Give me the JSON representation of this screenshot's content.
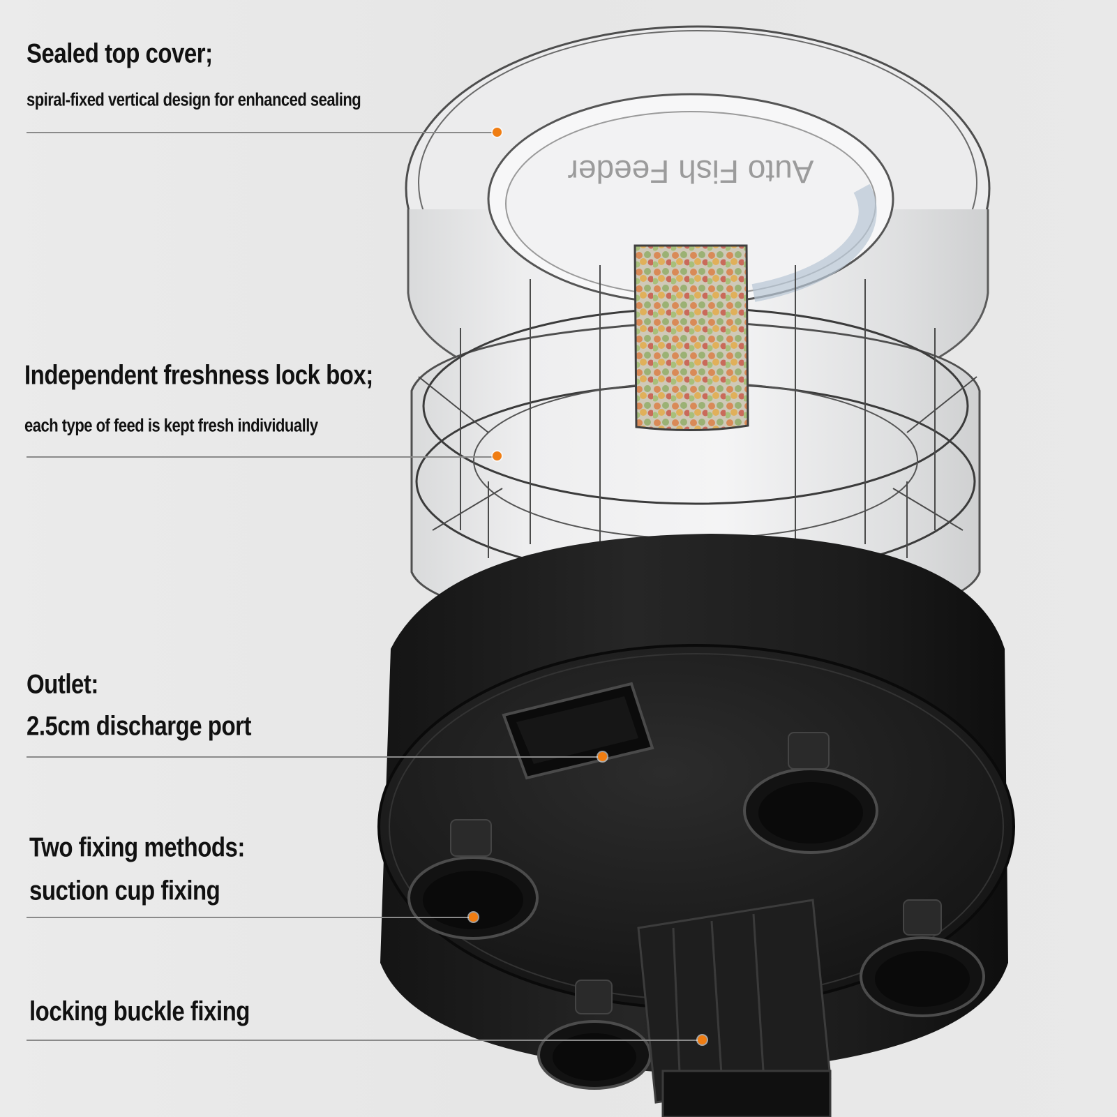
{
  "callouts": {
    "top_cover": {
      "title": "Sealed top cover;",
      "desc": "spiral-fixed vertical design for enhanced sealing"
    },
    "lock_box": {
      "title": "Independent freshness lock box;",
      "desc": "each type of feed is kept fresh individually"
    },
    "outlet": {
      "title": "Outlet:",
      "desc": "2.5cm discharge port"
    },
    "fixing": {
      "title": "Two fixing methods:",
      "desc": "suction cup fixing"
    },
    "buckle": {
      "title": "locking buckle fixing"
    }
  },
  "product": {
    "lid_text": "Auto Fish Feeder"
  },
  "colors": {
    "marker": "#f07d12",
    "leader_line": "#8a8a8a",
    "base": "#1b1b1b"
  }
}
